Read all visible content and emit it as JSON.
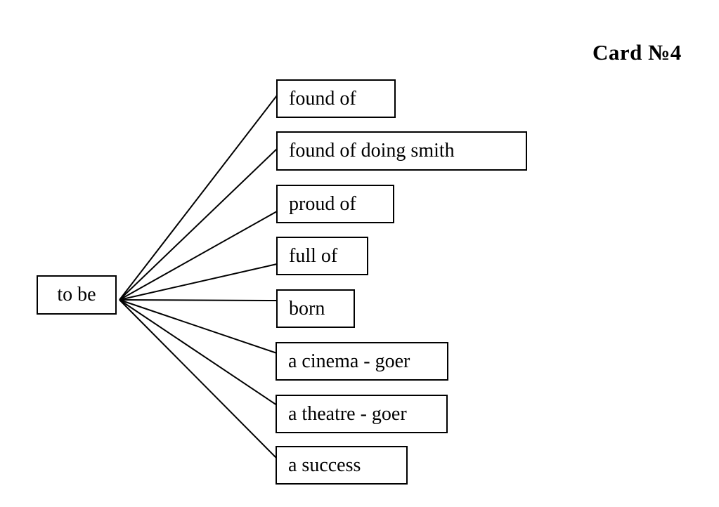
{
  "title": "Card №4",
  "diagram": {
    "root": {
      "label": "to be"
    },
    "items": [
      {
        "label": "found of"
      },
      {
        "label": "found of doing smith"
      },
      {
        "label": "proud of"
      },
      {
        "label": "full of"
      },
      {
        "label": "born"
      },
      {
        "label": "a cinema - goer"
      },
      {
        "label": "a theatre - goer"
      },
      {
        "label": "a success"
      }
    ]
  },
  "colors": {
    "background": "#ffffff",
    "line": "#000000",
    "border": "#000000",
    "text": "#000000"
  }
}
